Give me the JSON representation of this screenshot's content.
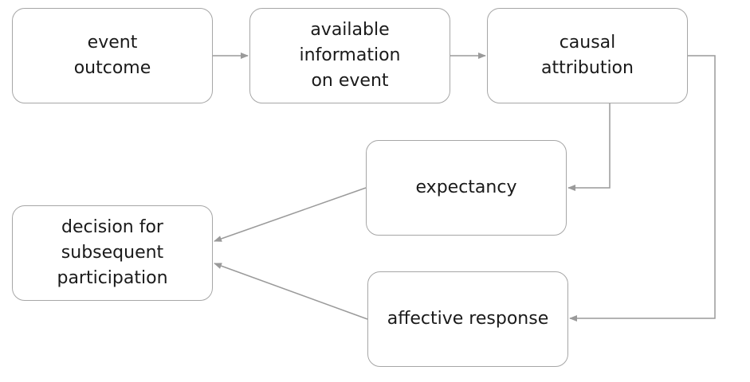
{
  "nodes": {
    "event_outcome": {
      "lines": [
        "event",
        "outcome"
      ]
    },
    "available_information": {
      "lines": [
        "available",
        "information",
        "on event"
      ]
    },
    "causal_attribution": {
      "lines": [
        "causal",
        "attribution"
      ]
    },
    "expectancy": {
      "lines": [
        "expectancy"
      ]
    },
    "decision": {
      "lines": [
        "decision for",
        "subsequent",
        "participation"
      ]
    },
    "affective_response": {
      "lines": [
        "affective response"
      ]
    }
  },
  "edges": [
    {
      "from": "event_outcome",
      "to": "available_information"
    },
    {
      "from": "available_information",
      "to": "causal_attribution"
    },
    {
      "from": "causal_attribution",
      "to": "expectancy"
    },
    {
      "from": "causal_attribution",
      "to": "affective_response"
    },
    {
      "from": "expectancy",
      "to": "decision"
    },
    {
      "from": "affective_response",
      "to": "decision"
    }
  ],
  "colors": {
    "border": "#a6a6a6",
    "arrow": "#9a9a9a",
    "text": "#1a1a1a"
  }
}
